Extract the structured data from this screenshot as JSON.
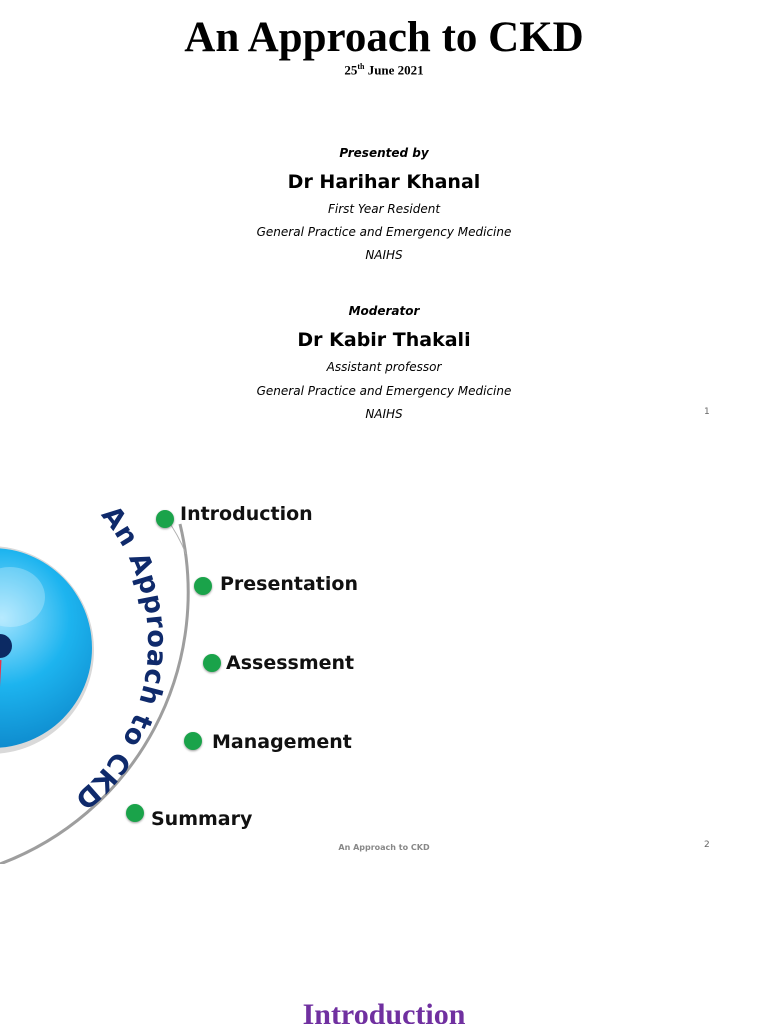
{
  "slide1": {
    "title": "An Approach to CKD",
    "date_day": "25",
    "date_suffix": "th",
    "date_rest": " June 2021",
    "presented_by_label": "Presented by",
    "presenter_name": "Dr Harihar Khanal",
    "presenter_role": "First Year Resident",
    "presenter_dept": "General Practice and Emergency Medicine",
    "presenter_inst": "NAIHS",
    "moderator_label": "Moderator",
    "moderator_name": "Dr Kabir Thakali",
    "moderator_role": "Assistant professor",
    "moderator_dept": "General Practice and Emergency Medicine",
    "moderator_inst": "NAIHS",
    "page_number": "1"
  },
  "slide2": {
    "arc_title": "An Approach to CKD",
    "menu": [
      "Introduction",
      "Presentation",
      "Assessment",
      "Management",
      "Summary"
    ],
    "footer": "An Approach to CKD",
    "page_number": "2",
    "colors": {
      "dot": "#1aa34a",
      "arc_text": "#0f2a6b",
      "sphere": "#1db4ef"
    }
  },
  "slide3": {
    "title": "Introduction",
    "color": "#7030a0"
  }
}
